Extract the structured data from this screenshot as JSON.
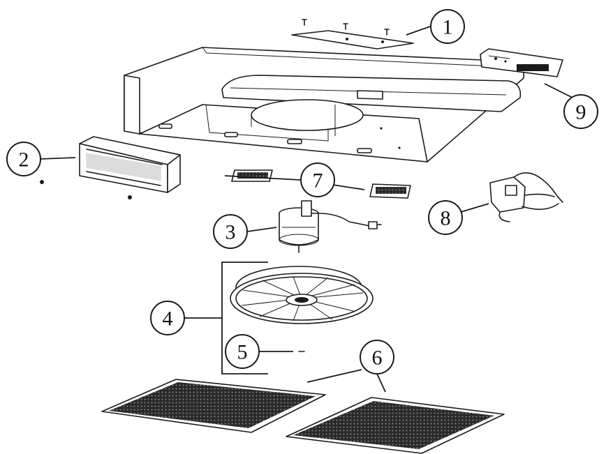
{
  "diagram": {
    "callouts": [
      {
        "id": "1",
        "label": "1"
      },
      {
        "id": "2",
        "label": "2"
      },
      {
        "id": "3",
        "label": "3"
      },
      {
        "id": "4",
        "label": "4"
      },
      {
        "id": "5",
        "label": "5"
      },
      {
        "id": "6",
        "label": "6"
      },
      {
        "id": "7",
        "label": "7"
      },
      {
        "id": "8",
        "label": "8"
      },
      {
        "id": "9",
        "label": "9"
      }
    ],
    "colors": {
      "ink": "#1a1a1a",
      "background": "#ffffff"
    }
  }
}
